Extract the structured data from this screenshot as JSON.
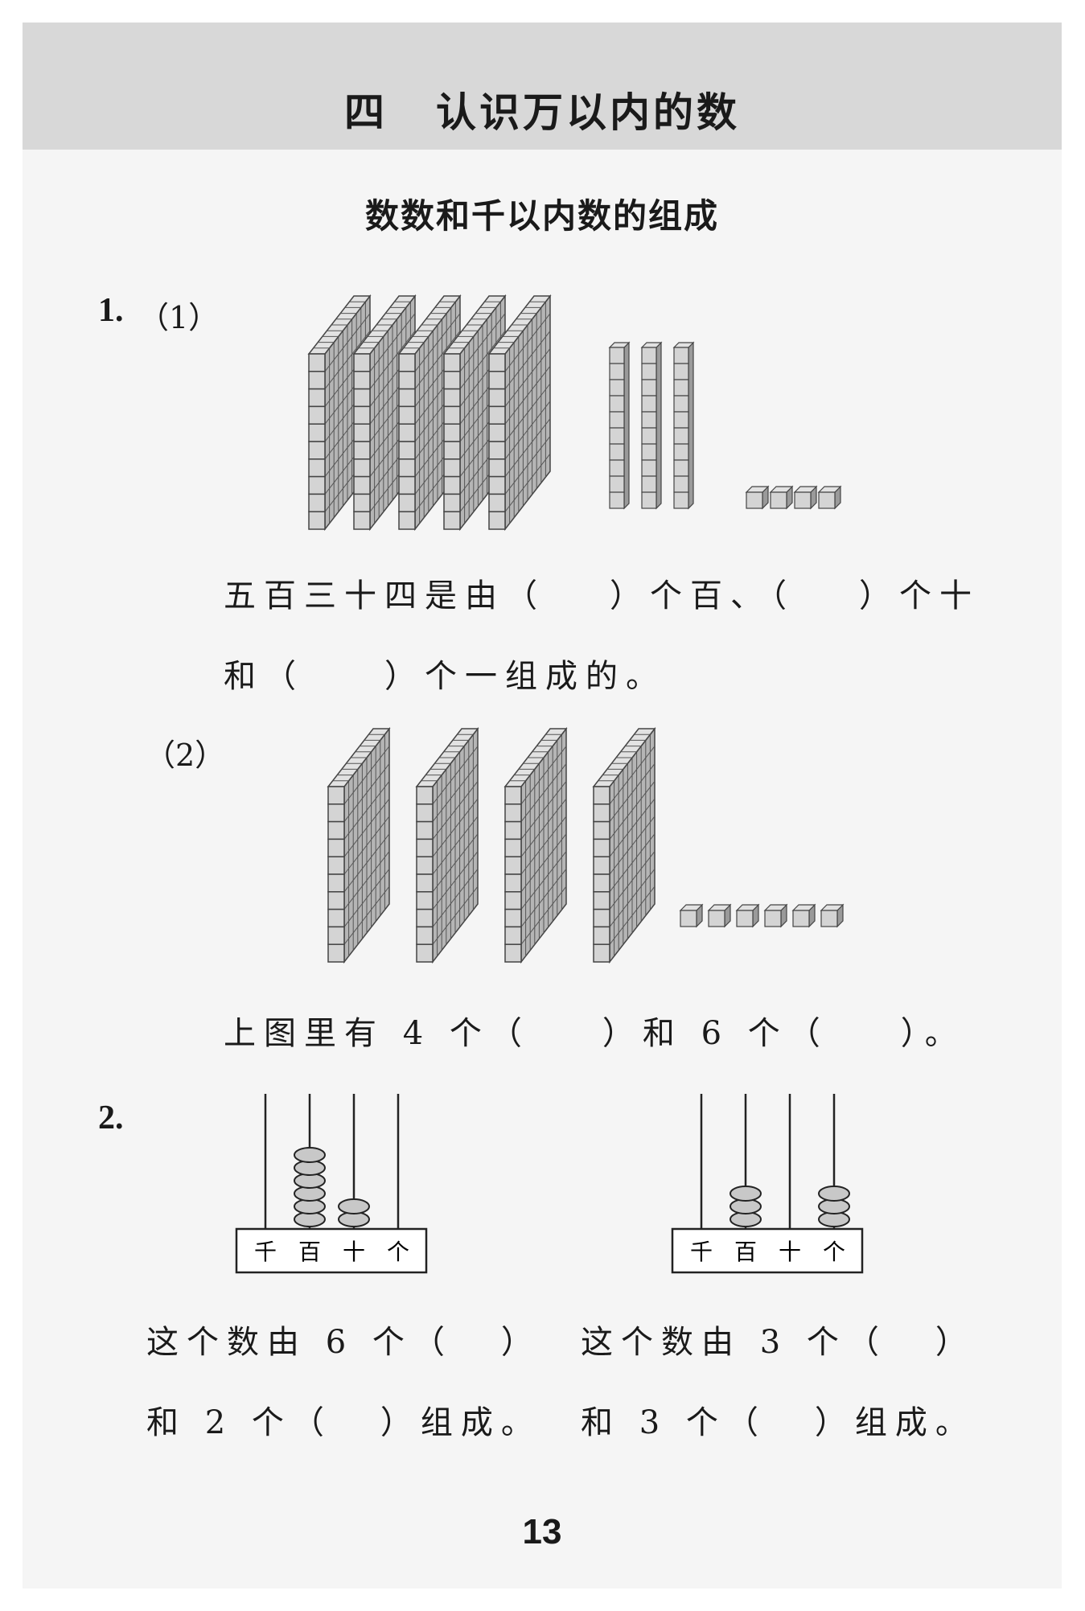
{
  "chapter": {
    "number": "四",
    "title": "认识万以内的数"
  },
  "section_title": "数数和千以内数的组成",
  "q1": {
    "number": "1.",
    "part1": {
      "label": "（1）",
      "line1_a": "五百三十四是由（",
      "line1_b": "）个百、（",
      "line1_c": "）个十",
      "line2_a": "和（",
      "line2_b": "）个一组成的。",
      "blocks": {
        "hundreds": 5,
        "tens": 3,
        "ones": 4
      }
    },
    "part2": {
      "label": "（2）",
      "line_a": "上图里有 4 个（",
      "line_b": "）和 6 个（",
      "line_c": "）。",
      "blocks": {
        "hundreds": 4,
        "ones": 6
      }
    }
  },
  "q2": {
    "number": "2.",
    "abacus_labels": [
      "千",
      "百",
      "十",
      "个"
    ],
    "left": {
      "beads": [
        0,
        6,
        2,
        0
      ],
      "line1_a": "这个数由 6 个（",
      "line1_b": "）",
      "line2_a": "和 2 个（",
      "line2_b": "）组成。"
    },
    "right": {
      "beads": [
        0,
        3,
        0,
        3
      ],
      "line1_a": "这个数由 3 个（",
      "line1_b": "）",
      "line2_a": "和 3 个（",
      "line2_b": "）组成。"
    }
  },
  "page_number": "13"
}
